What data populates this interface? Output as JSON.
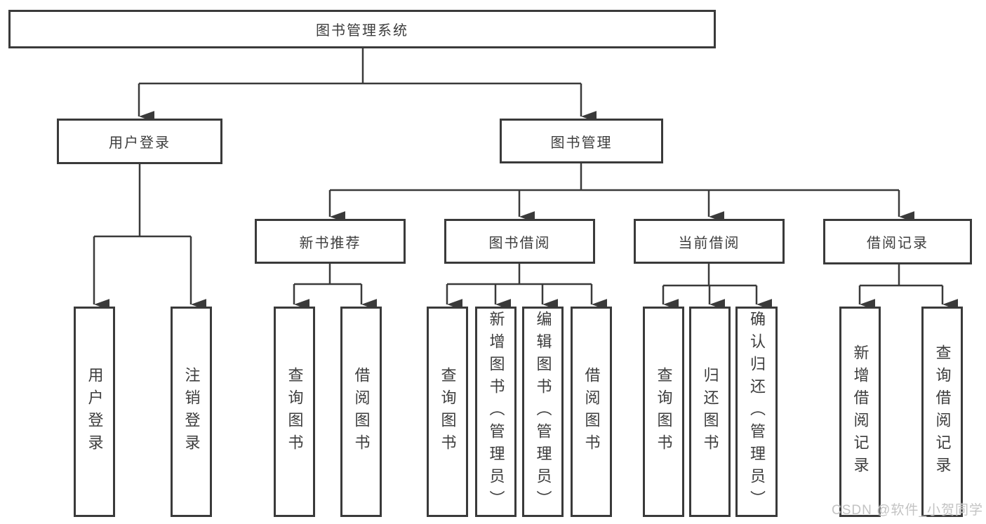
{
  "diagram": {
    "root": "图书管理系统",
    "branches": [
      {
        "label": "用户登录",
        "children": [
          "用户登录",
          "注销登录"
        ]
      },
      {
        "label": "图书管理",
        "children": [
          {
            "label": "新书推荐",
            "children": [
              "查询图书",
              "借阅图书"
            ]
          },
          {
            "label": "图书借阅",
            "children": [
              "查询图书",
              "新增图书（管理员）",
              "编辑图书（管理员）",
              "借阅图书"
            ]
          },
          {
            "label": "当前借阅",
            "children": [
              "查询图书",
              "归还图书",
              "确认归还（管理员）"
            ]
          },
          {
            "label": "借阅记录",
            "children": [
              "新增借阅记录",
              "查询借阅记录"
            ]
          }
        ]
      }
    ],
    "watermark": "CSDN @软件_小贺同学",
    "colors": {
      "line": "#3a3a3a",
      "text": "#3d3d3d",
      "background": "#ffffff",
      "watermark": "#c3c3c3"
    }
  }
}
